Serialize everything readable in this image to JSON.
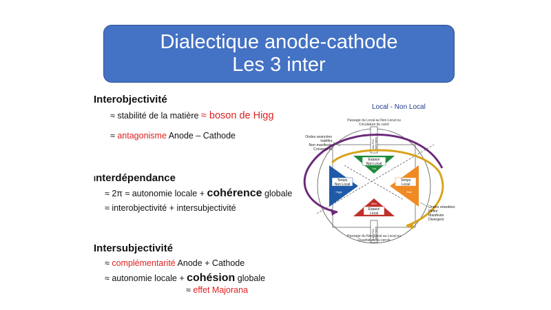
{
  "title": {
    "line1": "Dialectique anode-cathode",
    "line2": "Les 3 inter"
  },
  "sections": [
    {
      "heading": "Interobjectivité",
      "lines": [
        {
          "a": "≈ stabilité de la matière ",
          "b": "≈ boson  de Higg"
        },
        {
          "a": "≈ ",
          "b": "antagonisme",
          "c": "  Anode – Cathode"
        }
      ]
    },
    {
      "heading_i": "I",
      "heading_rest": "nterdépendance",
      "lines": [
        {
          "a": "≈ 2π ≈ autonomie locale + ",
          "b": "cohérence",
          "c": " globale"
        },
        {
          "a": "≈ interobjectivité + intersubjectivité"
        }
      ]
    },
    {
      "heading": "Intersubjectivité",
      "lines": [
        {
          "a": "≈ ",
          "b": "complémentarité",
          "c": "   Anode + Cathode"
        },
        {
          "a": "≈ autonomie locale + ",
          "b": "cohésion",
          "c": " globale"
        },
        {
          "a": "≈ ",
          "b": "effet Majorana"
        }
      ]
    }
  ],
  "diagram": {
    "title": "Local - Non Local",
    "top_caption": [
      "Passage du Local au Non Local ou",
      "Circulature du carré"
    ],
    "bottom_caption": [
      "Passage du Non Local au Local ou",
      "Quadrature du cercle"
    ],
    "left_note": [
      "Ondes avancées",
      "Indéfini",
      "Non manifeste",
      "Convergent"
    ],
    "right_note": [
      "Ondes retardées",
      "Défini",
      "Manifeste",
      "Divergent"
    ],
    "top_bar": [
      "Trans Fini",
      "Transformation"
    ],
    "bottom_bar": [
      "Trans Fini",
      "Transformation"
    ],
    "q_top": [
      "Espace",
      "Non Local"
    ],
    "q_left": [
      "Temps",
      "Non Local"
    ],
    "q_right": [
      "Temps",
      "Local"
    ],
    "q_bottom": [
      "Espace",
      "Local"
    ],
    "q_top_sub": "Yod",
    "q_left_sub": "Higgs",
    "q_right_sub": "Beta",
    "q_bottom_sub": "Mem",
    "colors": {
      "green": "#1e8a3c",
      "blue": "#1f5aa8",
      "orange": "#f08a24",
      "red": "#c0302a",
      "purple": "#6b2a7a",
      "gold": "#d8a21a"
    }
  }
}
